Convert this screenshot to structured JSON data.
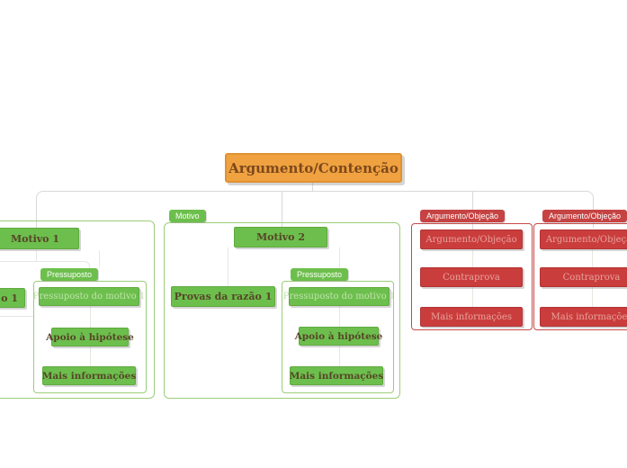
{
  "root": {
    "label": "Argumento/Contenção"
  },
  "branches": [
    {
      "name": "motivo-1-branch",
      "tag": "",
      "nodes": [
        "Motivo 1",
        "o 1"
      ],
      "subgroup": {
        "tag": "Pressuposto",
        "nodes": [
          "Pressuposto do motivo 1",
          "Apoio à hipótese",
          "Mais informações"
        ]
      }
    },
    {
      "name": "motivo-2-branch",
      "tag": "Motivo",
      "nodes": [
        "Motivo 2",
        "Provas da razão 1"
      ],
      "subgroup": {
        "tag": "Pressuposto",
        "nodes": [
          "Pressuposto do motivo 1",
          "Apoio à hipótese",
          "Mais informações"
        ]
      }
    },
    {
      "name": "objecao-branch-1",
      "tag": "Argumento/Objeção",
      "nodes": [
        "Argumento/Objeção",
        "Contraprova",
        "Mais informações"
      ]
    },
    {
      "name": "objecao-branch-2",
      "tag": "Argumento/Objeção",
      "nodes": [
        "Argumento/Objeção",
        "Contraprova",
        "Mais informações"
      ]
    }
  ],
  "colors": {
    "background": "#ffffff",
    "root_fill": "#f0a241",
    "root_border": "#e19130",
    "root_text": "#7d481b",
    "green_node_fill": "#6dbf4d",
    "green_node_border": "#60a93e",
    "green_boundary_border": "#9ccd7a",
    "dark_node_text": "#564528",
    "light_green_node_text": "#bfe3ab",
    "red_node_fill": "#ca3d3d",
    "red_node_border": "#b23434",
    "red_boundary_border": "#c54949",
    "red_tag_fill": "#c64343",
    "light_red_node_text": "#e7a39c",
    "tag_text": "#ffffff",
    "connector": "#d8d8d8"
  }
}
